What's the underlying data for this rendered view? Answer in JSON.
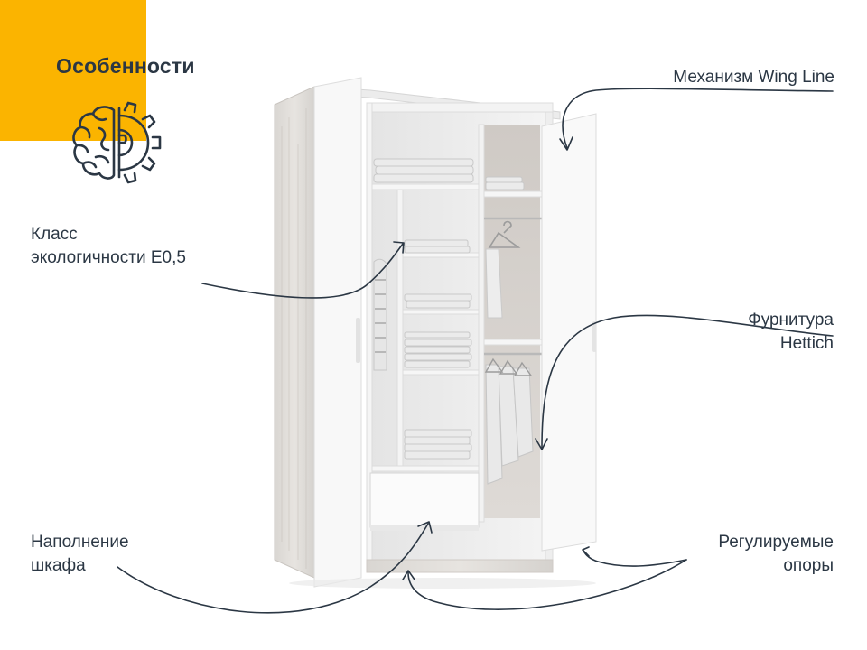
{
  "header": {
    "title": "Особенности"
  },
  "icons": {
    "logo": "brain-gear-icon",
    "wardrobe": "wardrobe-illustration"
  },
  "colors": {
    "accent": "#fbb400",
    "text": "#2b3744"
  },
  "callouts": {
    "wing_line": {
      "line1": "Механизм Wing Line"
    },
    "eco_class": {
      "line1": "Класс",
      "line2": "экологичности Е0,5"
    },
    "hettich": {
      "line1": "Фурнитура",
      "line2": "Hettich"
    },
    "filling": {
      "line1": "Наполнение",
      "line2": "шкафа"
    },
    "supports": {
      "line1": "Регулируемые",
      "line2": "опоры"
    }
  }
}
